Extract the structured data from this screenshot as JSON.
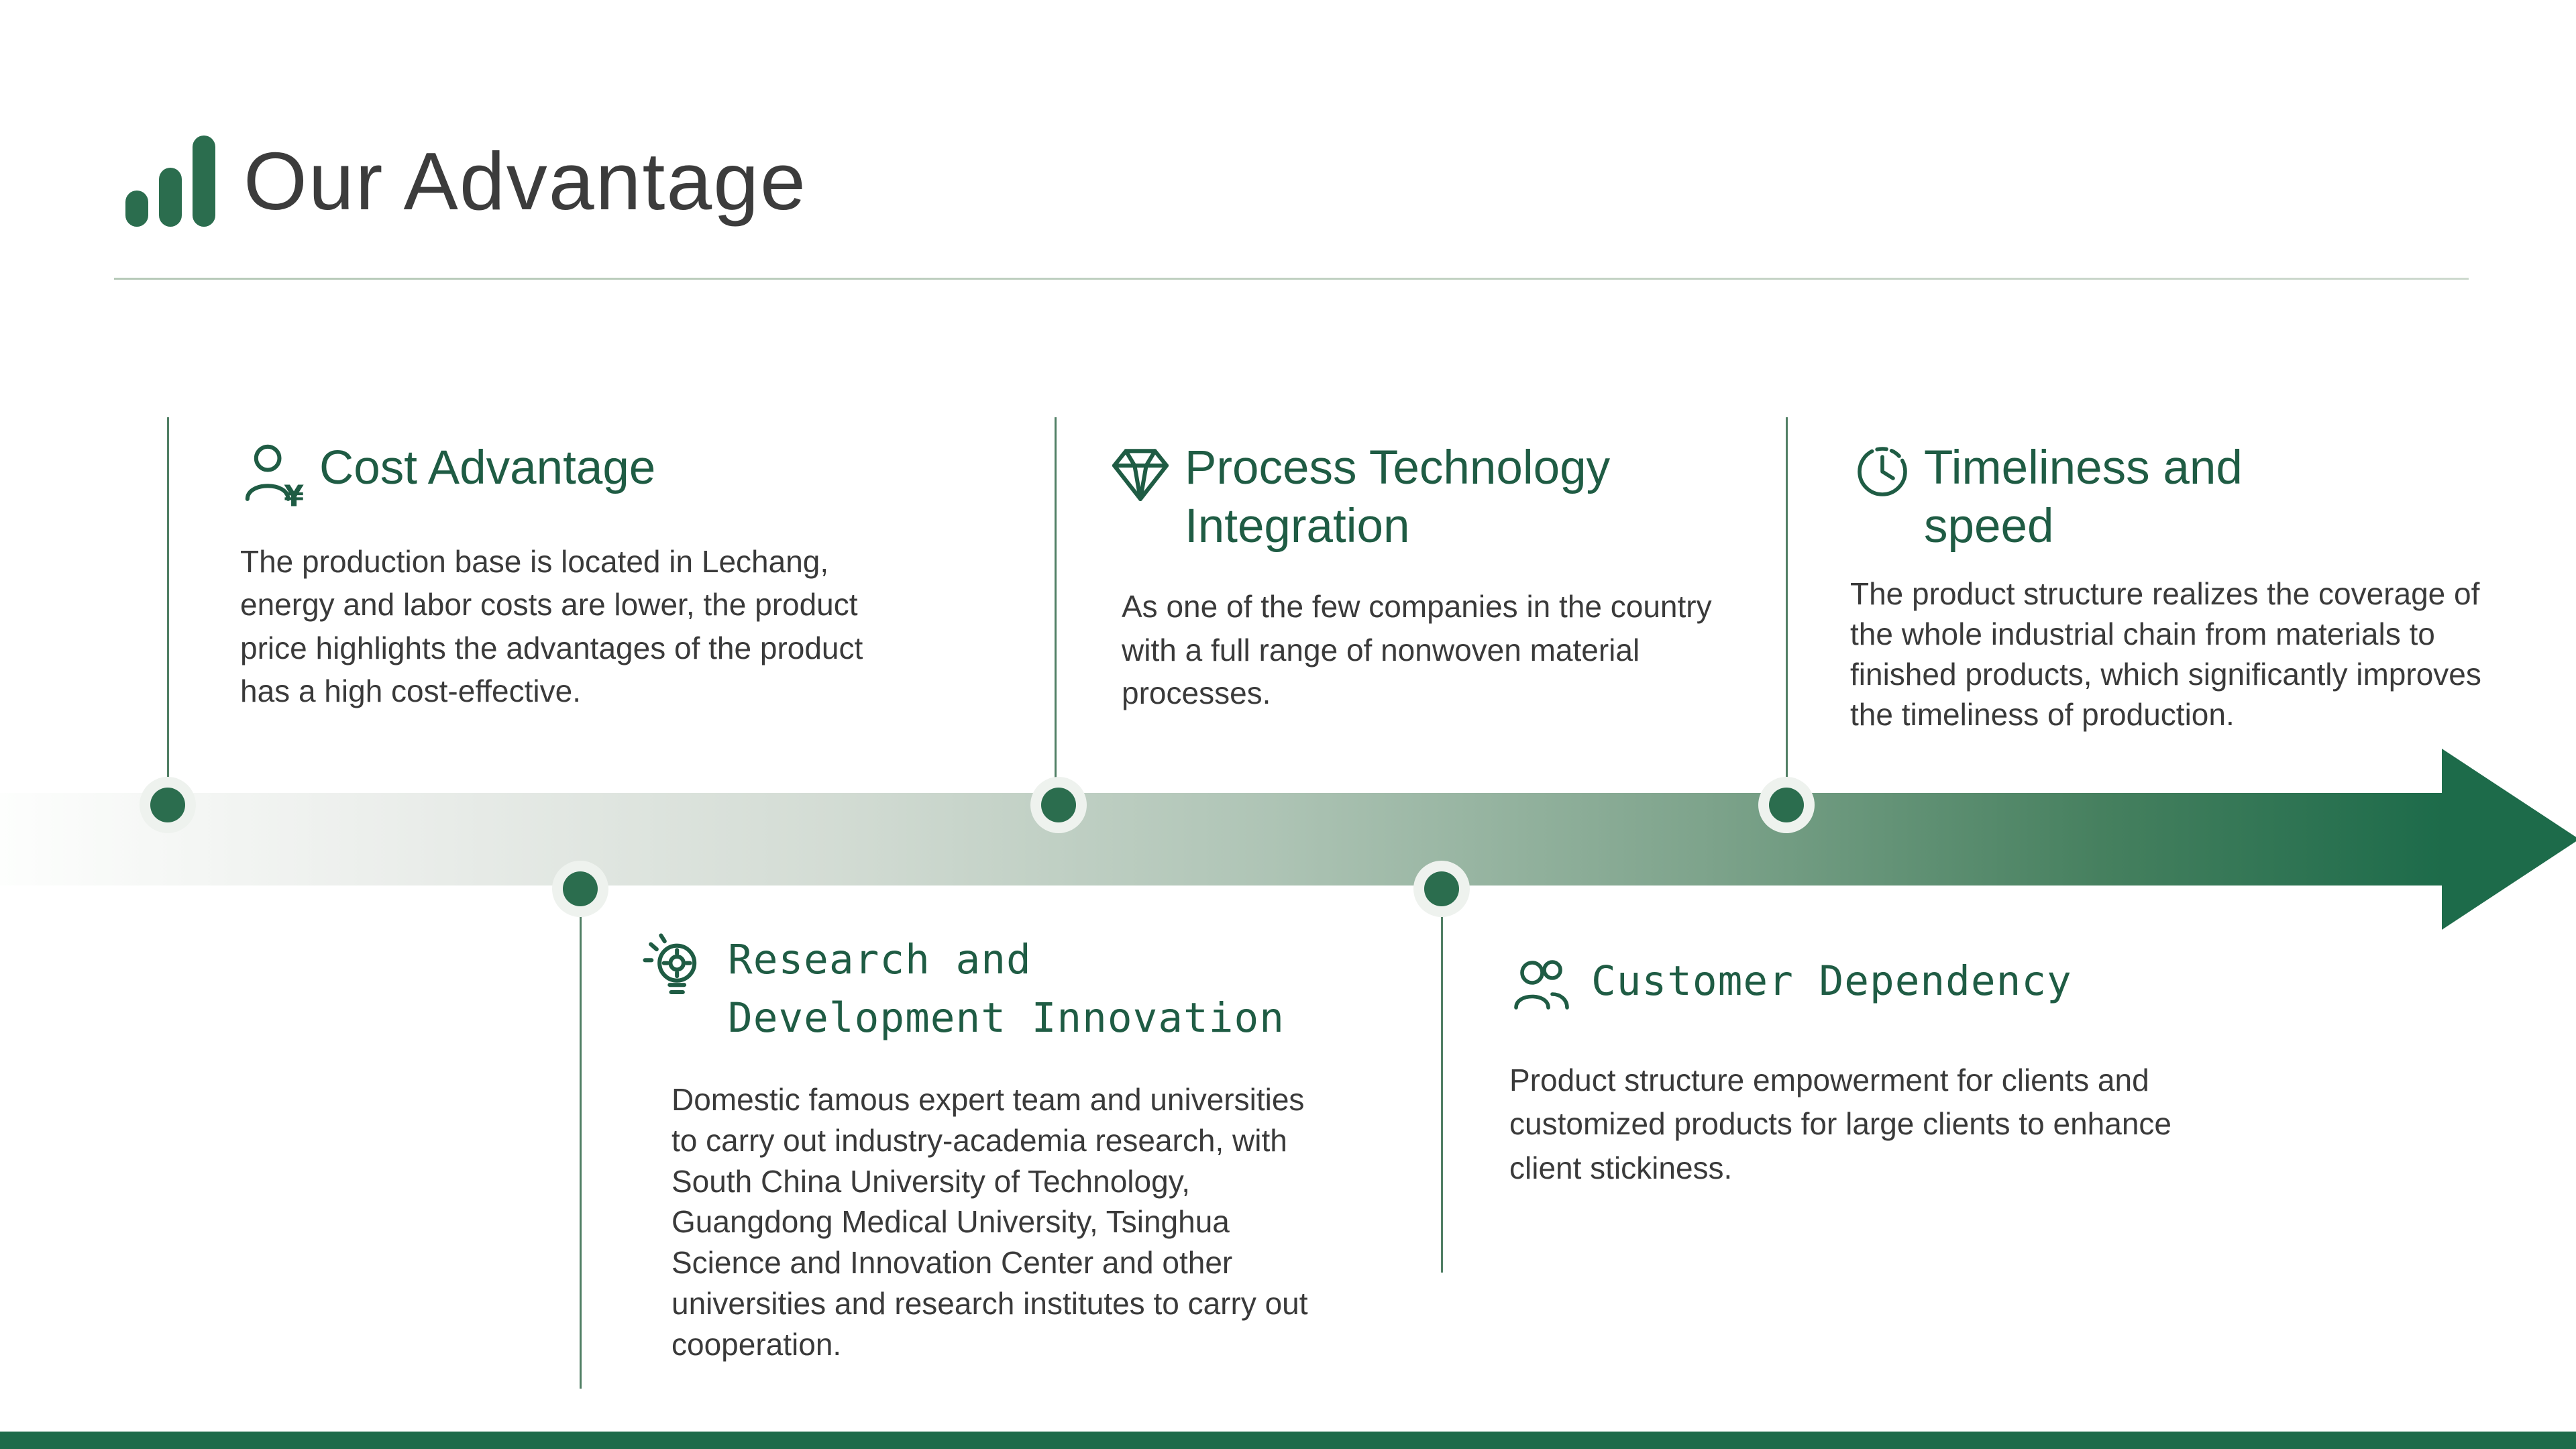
{
  "slide": {
    "title": "Our Advantage"
  },
  "colors": {
    "accent_green": "#1D6B4A",
    "title_green": "#1F5C44",
    "heading_gray": "#3C3C3C",
    "body_gray": "#3A3A3A",
    "node_green": "#2B6D4E",
    "divider_green": "#B7CAB9"
  },
  "icons": {
    "header": "bar-chart-icon",
    "cost": "person-yen-icon",
    "process": "diamond-icon",
    "timeliness": "clock-icon",
    "rnd": "lightbulb-gear-icon",
    "customer": "people-icon"
  },
  "advantages": [
    {
      "title": "Cost Advantage",
      "body": "The production base is located in Lechang, energy and labor costs are lower, the product price highlights the advantages of the product has a high cost-effective."
    },
    {
      "title": "Process Technology Integration",
      "body": "As one of the few companies in the country with a full range of nonwoven material processes."
    },
    {
      "title": "Timeliness and speed",
      "body": "The product structure realizes the coverage of the whole industrial chain from materials to finished products, which significantly improves the timeliness of production."
    },
    {
      "title": "Research and Development Innovation",
      "body": "Domestic famous expert team and universities to carry out industry-academia research, with South China University of Technology, Guangdong Medical University, Tsinghua Science and Innovation Center and other universities and research institutes to carry out cooperation."
    },
    {
      "title": "Customer Dependency",
      "body": "Product structure empowerment for clients and customized products for large clients to enhance client stickiness."
    }
  ]
}
